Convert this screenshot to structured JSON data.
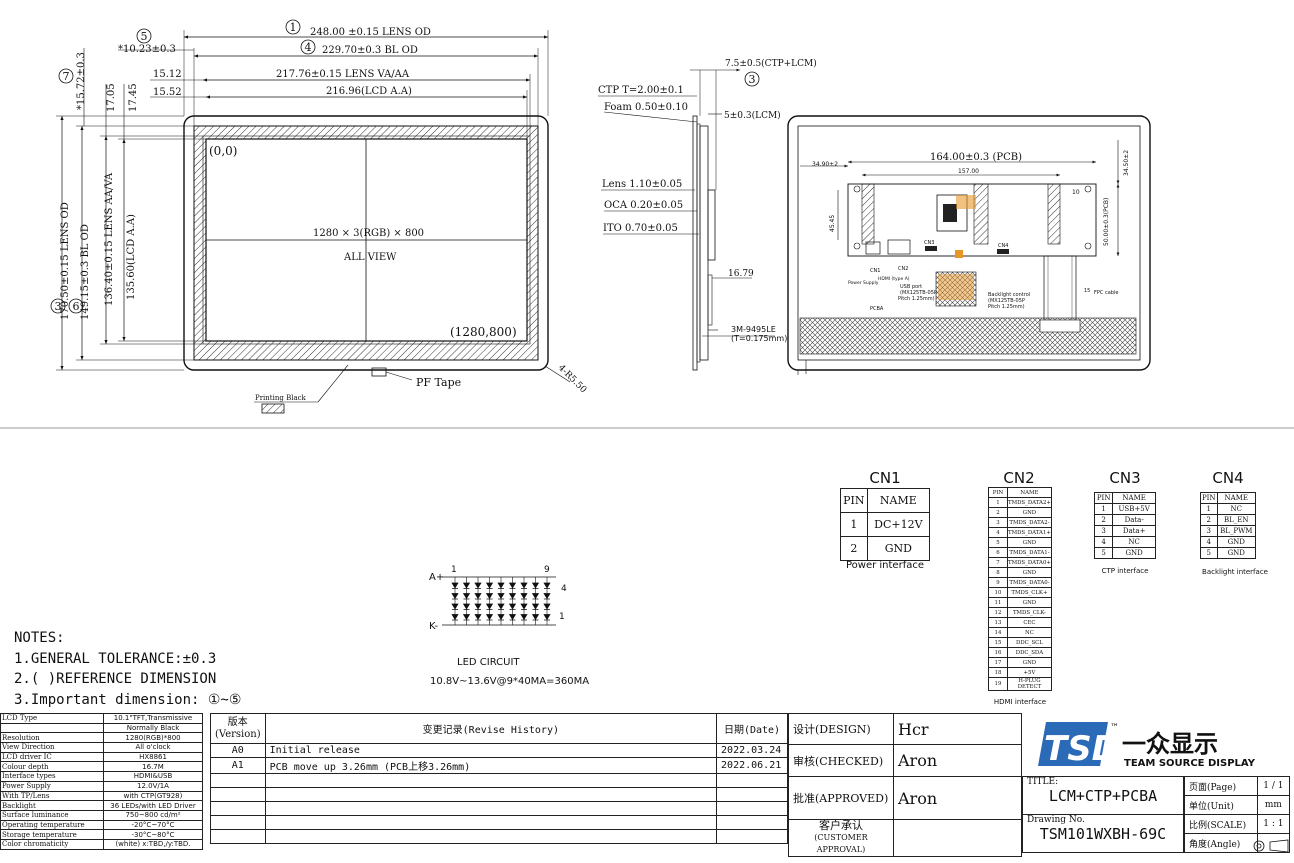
{
  "front_view": {
    "dims": {
      "d248": "248.00 ±0.15 LENS OD",
      "d229": "229.70±0.3 BL OD",
      "d217": "217.76±0.15 LENS VA/AA",
      "d216": "216.96(LCD A.A)",
      "d10_23": "*10.23±0.3",
      "d15_12": "15.12",
      "d15_52": "15.52",
      "d15_72": "*15.72±0.3",
      "d17_05": "17.05",
      "d17_45": "17.45",
      "d170": "170.50±0.15 LENS OD",
      "d149": "149.15±0.3 BL OD",
      "d136": "136.40±0.15 LENS AA/VA",
      "d135": "135.60(LCD A.A)",
      "r450": "4-R5.50"
    },
    "circle_nums": {
      "c1": "1",
      "c3": "3",
      "c4": "4",
      "c5": "5",
      "c6": "6",
      "c7": "7"
    },
    "origin": "(0,0)",
    "end": "(1280,800)",
    "resolution": "1280 × 3(RGB) × 800",
    "all_view": "ALL VIEW",
    "pf_tape": "PF Tape",
    "printing_black": "Printing Black"
  },
  "side_view": {
    "ctp": "CTP T=2.00±0.1",
    "foam": "Foam 0.50±0.10",
    "d7_5": "7.5±0.5(CTP+LCM)",
    "c3": "3",
    "d5": "5±0.3(LCM)",
    "lens": "Lens 1.10±0.05",
    "oca": "OCA 0.20±0.05",
    "ito": "ITO 0.70±0.05",
    "d16_79": "16.79",
    "sle": "3M-9495LE",
    "sle_t": "(T=0.175mm)"
  },
  "back_view": {
    "d164": "164.00±0.3 (PCB)",
    "d157": "157.00",
    "d34_90": "34.90±2",
    "d34_50": "34.50±2",
    "d45": "45.45",
    "d50": "50.00±0.3(PCB)",
    "d10": "10",
    "cn1": "CN1",
    "cn2": "CN2",
    "cn3": "CN3",
    "cn4": "CN4",
    "power_supply": "Power Supply",
    "hdmi": "HDMI (type A)",
    "usb_port": "USB port",
    "usb_part": "(MX125TB-05P",
    "usb_pitch": "Pitch 1.25mm)",
    "bl_ctrl": "Backlight control",
    "bl_part": "(MX125TB-05P",
    "bl_pitch": "Pitch 1.25mm)",
    "pcba": "PCBA",
    "fpc": "FPC cable",
    "d15": "15"
  },
  "cn1": {
    "title": "CN1",
    "headers": [
      "PIN",
      "NAME"
    ],
    "rows": [
      [
        "1",
        "DC+12V"
      ],
      [
        "2",
        "GND"
      ]
    ],
    "caption": "Power interface"
  },
  "cn2": {
    "title": "CN2",
    "headers": [
      "PIN",
      "NAME"
    ],
    "rows": [
      [
        "1",
        "TMDS_DATA2+"
      ],
      [
        "2",
        "GND"
      ],
      [
        "3",
        "TMDS_DATA2-"
      ],
      [
        "4",
        "TMDS_DATA1+"
      ],
      [
        "5",
        "GND"
      ],
      [
        "6",
        "TMDS_DATA1-"
      ],
      [
        "7",
        "TMDS_DATA0+"
      ],
      [
        "8",
        "GND"
      ],
      [
        "9",
        "TMDS_DATA0-"
      ],
      [
        "10",
        "TMDS_CLK+"
      ],
      [
        "11",
        "GND"
      ],
      [
        "12",
        "TMDS_CLK-"
      ],
      [
        "13",
        "CEC"
      ],
      [
        "14",
        "NC"
      ],
      [
        "15",
        "DDC_SCL"
      ],
      [
        "16",
        "DDC_SDA"
      ],
      [
        "17",
        "GND"
      ],
      [
        "18",
        "+5V"
      ],
      [
        "19",
        "H-PLUG DETECT"
      ]
    ],
    "caption": "HDMI interface"
  },
  "cn3": {
    "title": "CN3",
    "headers": [
      "PIN",
      "NAME"
    ],
    "rows": [
      [
        "1",
        "USB+5V"
      ],
      [
        "2",
        "Data-"
      ],
      [
        "3",
        "Data+"
      ],
      [
        "4",
        "NC"
      ],
      [
        "5",
        "GND"
      ]
    ],
    "caption": "CTP interface"
  },
  "cn4": {
    "title": "CN4",
    "headers": [
      "PIN",
      "NAME"
    ],
    "rows": [
      [
        "1",
        "NC"
      ],
      [
        "2",
        "BL_EN"
      ],
      [
        "3",
        "BL_PWM"
      ],
      [
        "4",
        "GND"
      ],
      [
        "5",
        "GND"
      ]
    ],
    "caption": "Backlight interface"
  },
  "led": {
    "a_label": "A+",
    "k_label": "K-",
    "n1": "1",
    "n9": "9",
    "r4": "4",
    "r1": "1",
    "title": "LED CIRCUIT",
    "spec": "10.8V~13.6V@9*40MA=360MA"
  },
  "notes": {
    "title": "NOTES:",
    "n1": "1.GENERAL TOLERANCE:±0.3",
    "n2": "2.( )REFERENCE DIMENSION",
    "n3": "3.Important dimension: ①~⑤"
  },
  "spec_table": [
    [
      "LCD Type",
      "10.1\"TFT,Transmissive"
    ],
    [
      "",
      "Normally Black"
    ],
    [
      "Resolution",
      "1280(RGB)*800"
    ],
    [
      "View Direction",
      "All o'clock"
    ],
    [
      "LCD driver IC",
      "HX8861"
    ],
    [
      "Colour depth",
      "16.7M"
    ],
    [
      "Interface types",
      "HDMI&USB"
    ],
    [
      "Power Supply",
      "12.0V/1A"
    ],
    [
      "With TP/Lens",
      "with CTP(GT928)"
    ],
    [
      "Backlight",
      "36 LEDs/with LED Driver"
    ],
    [
      "Surface luminance",
      "750~800 cd/m²"
    ],
    [
      "Operating temperature",
      "-20°C~70°C"
    ],
    [
      "Storage temperature",
      "-30°C~80°C"
    ],
    [
      "Color chromaticity",
      "(white) x:TBD,/y:TBD."
    ]
  ],
  "revision": {
    "h_version": "版本",
    "h_version_en": "(Version)",
    "h_history": "变更记录(Revise History)",
    "h_date": "日期(Date)",
    "rows": [
      [
        "A0",
        "Initial release",
        "2022.03.24"
      ],
      [
        "A1",
        "PCB move up 3.26mm (PCB上移3.26mm)",
        "2022.06.21"
      ]
    ]
  },
  "title_block": {
    "design_label": "设计(DESIGN)",
    "design": "Hcr",
    "checked_label": "审核(CHECKED)",
    "checked": "Aron",
    "approved_label": "批准(APPROVED)",
    "approved": "Aron",
    "customer_label": "客户承认",
    "customer_label_en": "(CUSTOMER APPROVAL)",
    "logo": "TSD",
    "tm": "™",
    "company_cn": "一众显示",
    "company_en": "TEAM SOURCE DISPLAY",
    "title_label": "TITLE:",
    "title": "LCM+CTP+PCBA",
    "drawing_label": "Drawing No.",
    "drawing_no": "TSM101WXBH-69C",
    "page_label": "页面(Page)",
    "page": "1 / 1",
    "unit_label": "单位(Unit)",
    "unit": "mm",
    "scale_label": "比例(SCALE)",
    "scale": "1 : 1",
    "angle_label": "角度(Angle)"
  }
}
